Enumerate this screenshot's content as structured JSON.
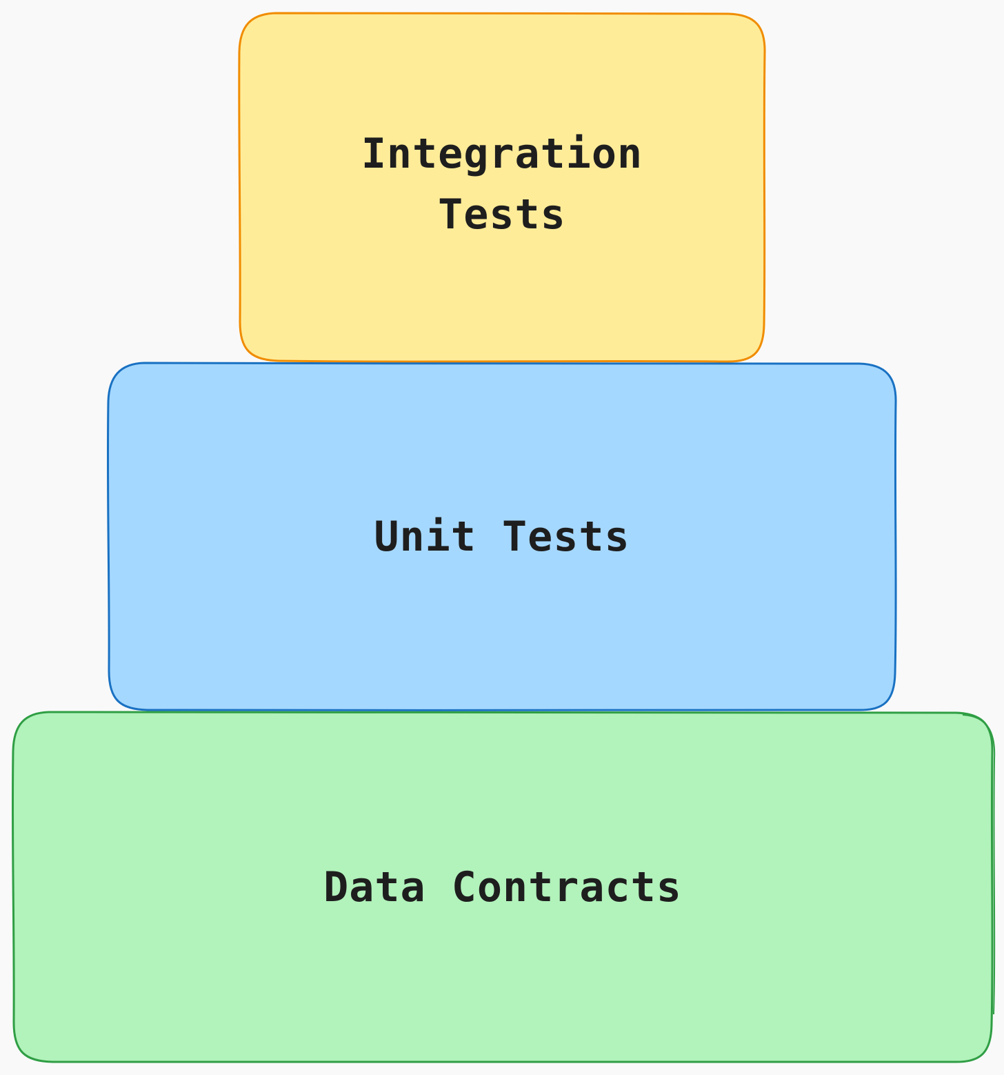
{
  "diagram": {
    "layers": [
      {
        "id": "integration",
        "label": "Integration\nTests",
        "fill": "#ffec99",
        "stroke": "#f08c00"
      },
      {
        "id": "unit",
        "label": "Unit Tests",
        "fill": "#a5d8ff",
        "stroke": "#1971c2"
      },
      {
        "id": "contracts",
        "label": "Data Contracts",
        "fill": "#b2f2bb",
        "stroke": "#2f9e44"
      }
    ]
  }
}
